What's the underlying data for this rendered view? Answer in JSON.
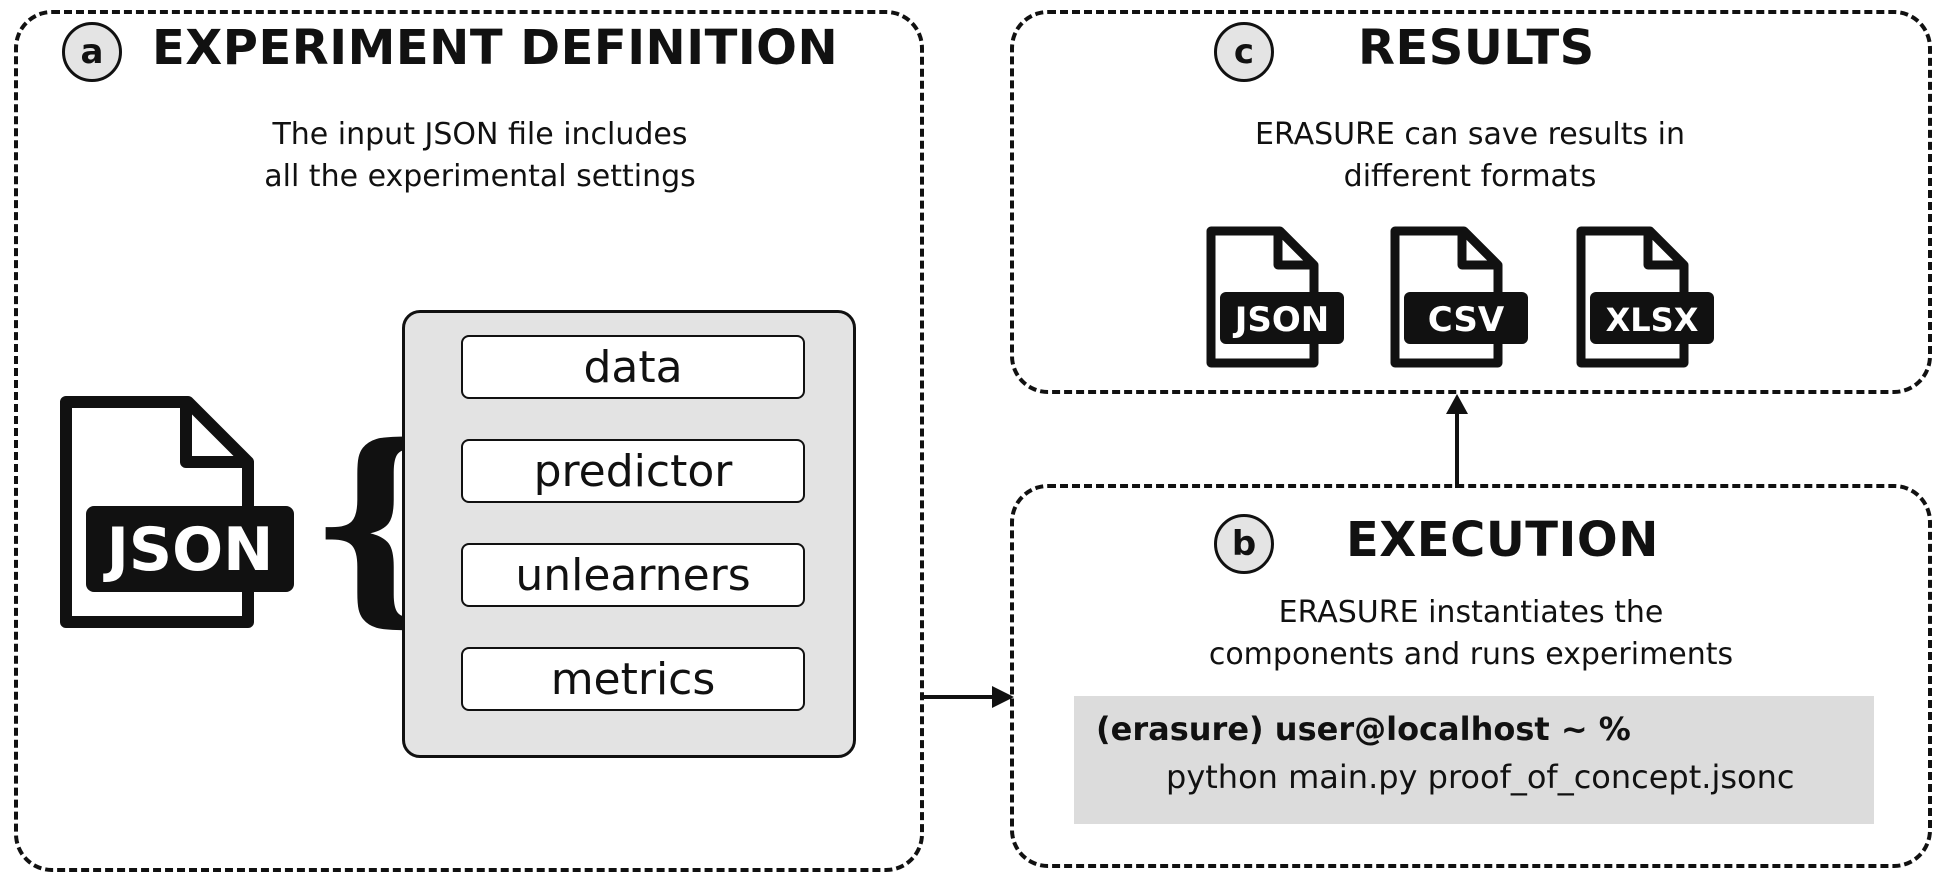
{
  "panel_a": {
    "badge": "a",
    "title": "EXPERIMENT DEFINITION",
    "description_lines": [
      "The input JSON file includes",
      "all the experimental settings"
    ],
    "big_file_icon": {
      "icon": "json-file-icon",
      "label": "JSON"
    },
    "brace": "{",
    "keys": [
      "data",
      "predictor",
      "unlearners",
      "metrics"
    ]
  },
  "panel_b": {
    "badge": "b",
    "title": "EXECUTION",
    "description_lines": [
      "ERASURE instantiates the",
      "components and runs experiments"
    ],
    "terminal": {
      "prompt": "(erasure) user@localhost ~ %",
      "command": "python main.py proof_of_concept.jsonc"
    }
  },
  "panel_c": {
    "badge": "c",
    "title": "RESULTS",
    "description_lines": [
      "ERASURE can save results in",
      "different formats"
    ],
    "file_icons": [
      {
        "icon": "json-file-icon",
        "label": "JSON"
      },
      {
        "icon": "csv-file-icon",
        "label": "CSV"
      },
      {
        "icon": "xlsx-file-icon",
        "label": "XLSX"
      }
    ]
  },
  "colors": {
    "ink": "#111111",
    "panel_fill": "#e3e3e3",
    "terminal_fill": "#dcdcdc",
    "badge_fill": "#e4e4e4"
  }
}
